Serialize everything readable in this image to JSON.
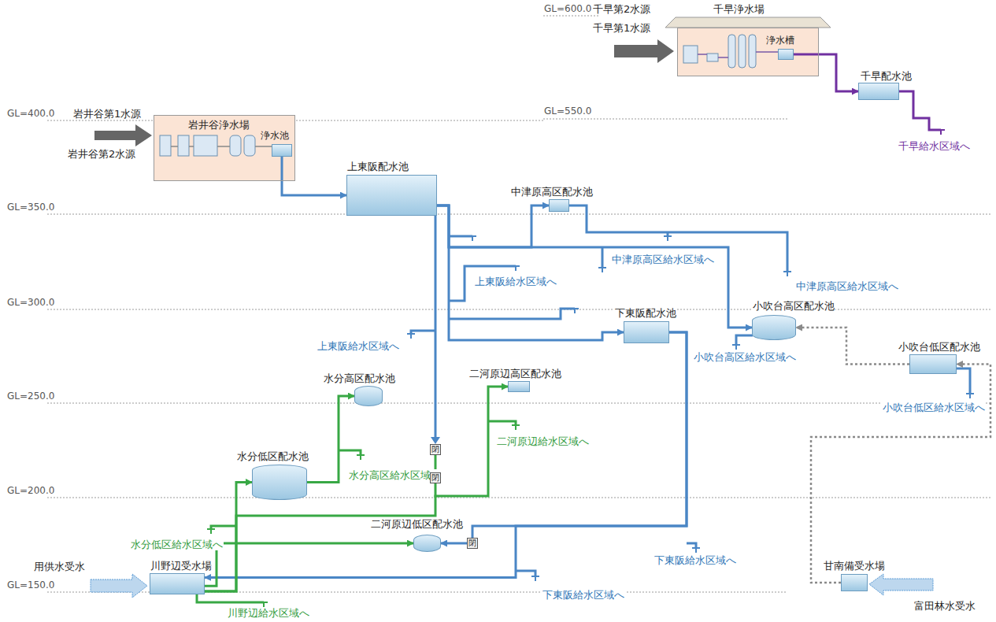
{
  "diagram": {
    "nodes": [
      {
        "text": [
          "千早浄水場"
        ]
      },
      {
        "text": [
          "浄水槽"
        ],
        "in": 0
      },
      {
        "text": [
          "千早配水池"
        ]
      },
      {
        "text": [
          "岩井谷浄水場"
        ]
      },
      {
        "text": [
          "浄水池"
        ],
        "in": 3
      },
      {
        "text": [
          "上東阪配水池"
        ]
      },
      {
        "text": [
          "中津原高区配水池"
        ]
      },
      {
        "text": [
          "下東阪配水池"
        ]
      },
      {
        "text": [
          "小吹台高区配水池"
        ]
      },
      {
        "text": [
          "小吹台低区配水池"
        ]
      },
      {
        "text": [
          "水分高区配水池"
        ]
      },
      {
        "text": [
          "二河原辺高区配水池"
        ]
      },
      {
        "text": [
          "水分低区配水池"
        ]
      },
      {
        "text": [
          "二河原辺低区配水池"
        ]
      },
      {
        "text": [
          "川野辺受水場"
        ]
      },
      {
        "text": [
          "甘南備受水場"
        ]
      }
    ],
    "edges": [
      {
        "from": 1,
        "to": 2,
        "arrow": "to"
      },
      {
        "from": 4,
        "to": 5,
        "arrow": "to"
      },
      {
        "from": 5,
        "to": 6,
        "arrow": "to"
      },
      {
        "from": 5,
        "to": 7,
        "arrow": "to"
      },
      {
        "from": 5,
        "to": 8,
        "arrow": "to"
      },
      {
        "from": 7,
        "to": 13,
        "arrow": "to"
      },
      {
        "from": 7,
        "to": 14,
        "arrow": "to"
      },
      {
        "from": 14,
        "to": 12,
        "arrow": "to"
      },
      {
        "from": 12,
        "to": 10,
        "arrow": "to"
      },
      {
        "from": 14,
        "to": 13,
        "arrow": "to"
      },
      {
        "from": 14,
        "to": 11,
        "arrow": "to"
      },
      {
        "from": 15,
        "to": 9,
        "arrow": "to"
      },
      {
        "from": 9,
        "to": 8,
        "arrow": "to"
      }
    ],
    "labels": [
      "GL=600.0",
      "千早第2水源",
      "千早第1水源",
      "GL=550.0",
      "千早給水区域へ",
      "GL=400.0",
      "岩井谷第1水源",
      "岩井谷第2水源",
      "GL=350.0",
      "上東阪給水区域へ",
      "中津原高区給水区域へ",
      "中津原高区給水区域へ",
      "GL=300.0",
      "上東阪給水区域へ",
      "小吹台高区給水区域へ",
      "小吹台低区給水区域へ",
      "GL=250.0",
      "二河原辺給水区域へ",
      "水分高区給水区域へ",
      "GL=200.0",
      "閉",
      "閉",
      "閉",
      "水分低区給水区域へ",
      "下東阪給水区域へ",
      "用供水受水",
      "GL=150.0",
      "下東阪給水区域へ",
      "富田林水受水",
      "川野辺給水区域へ"
    ]
  }
}
